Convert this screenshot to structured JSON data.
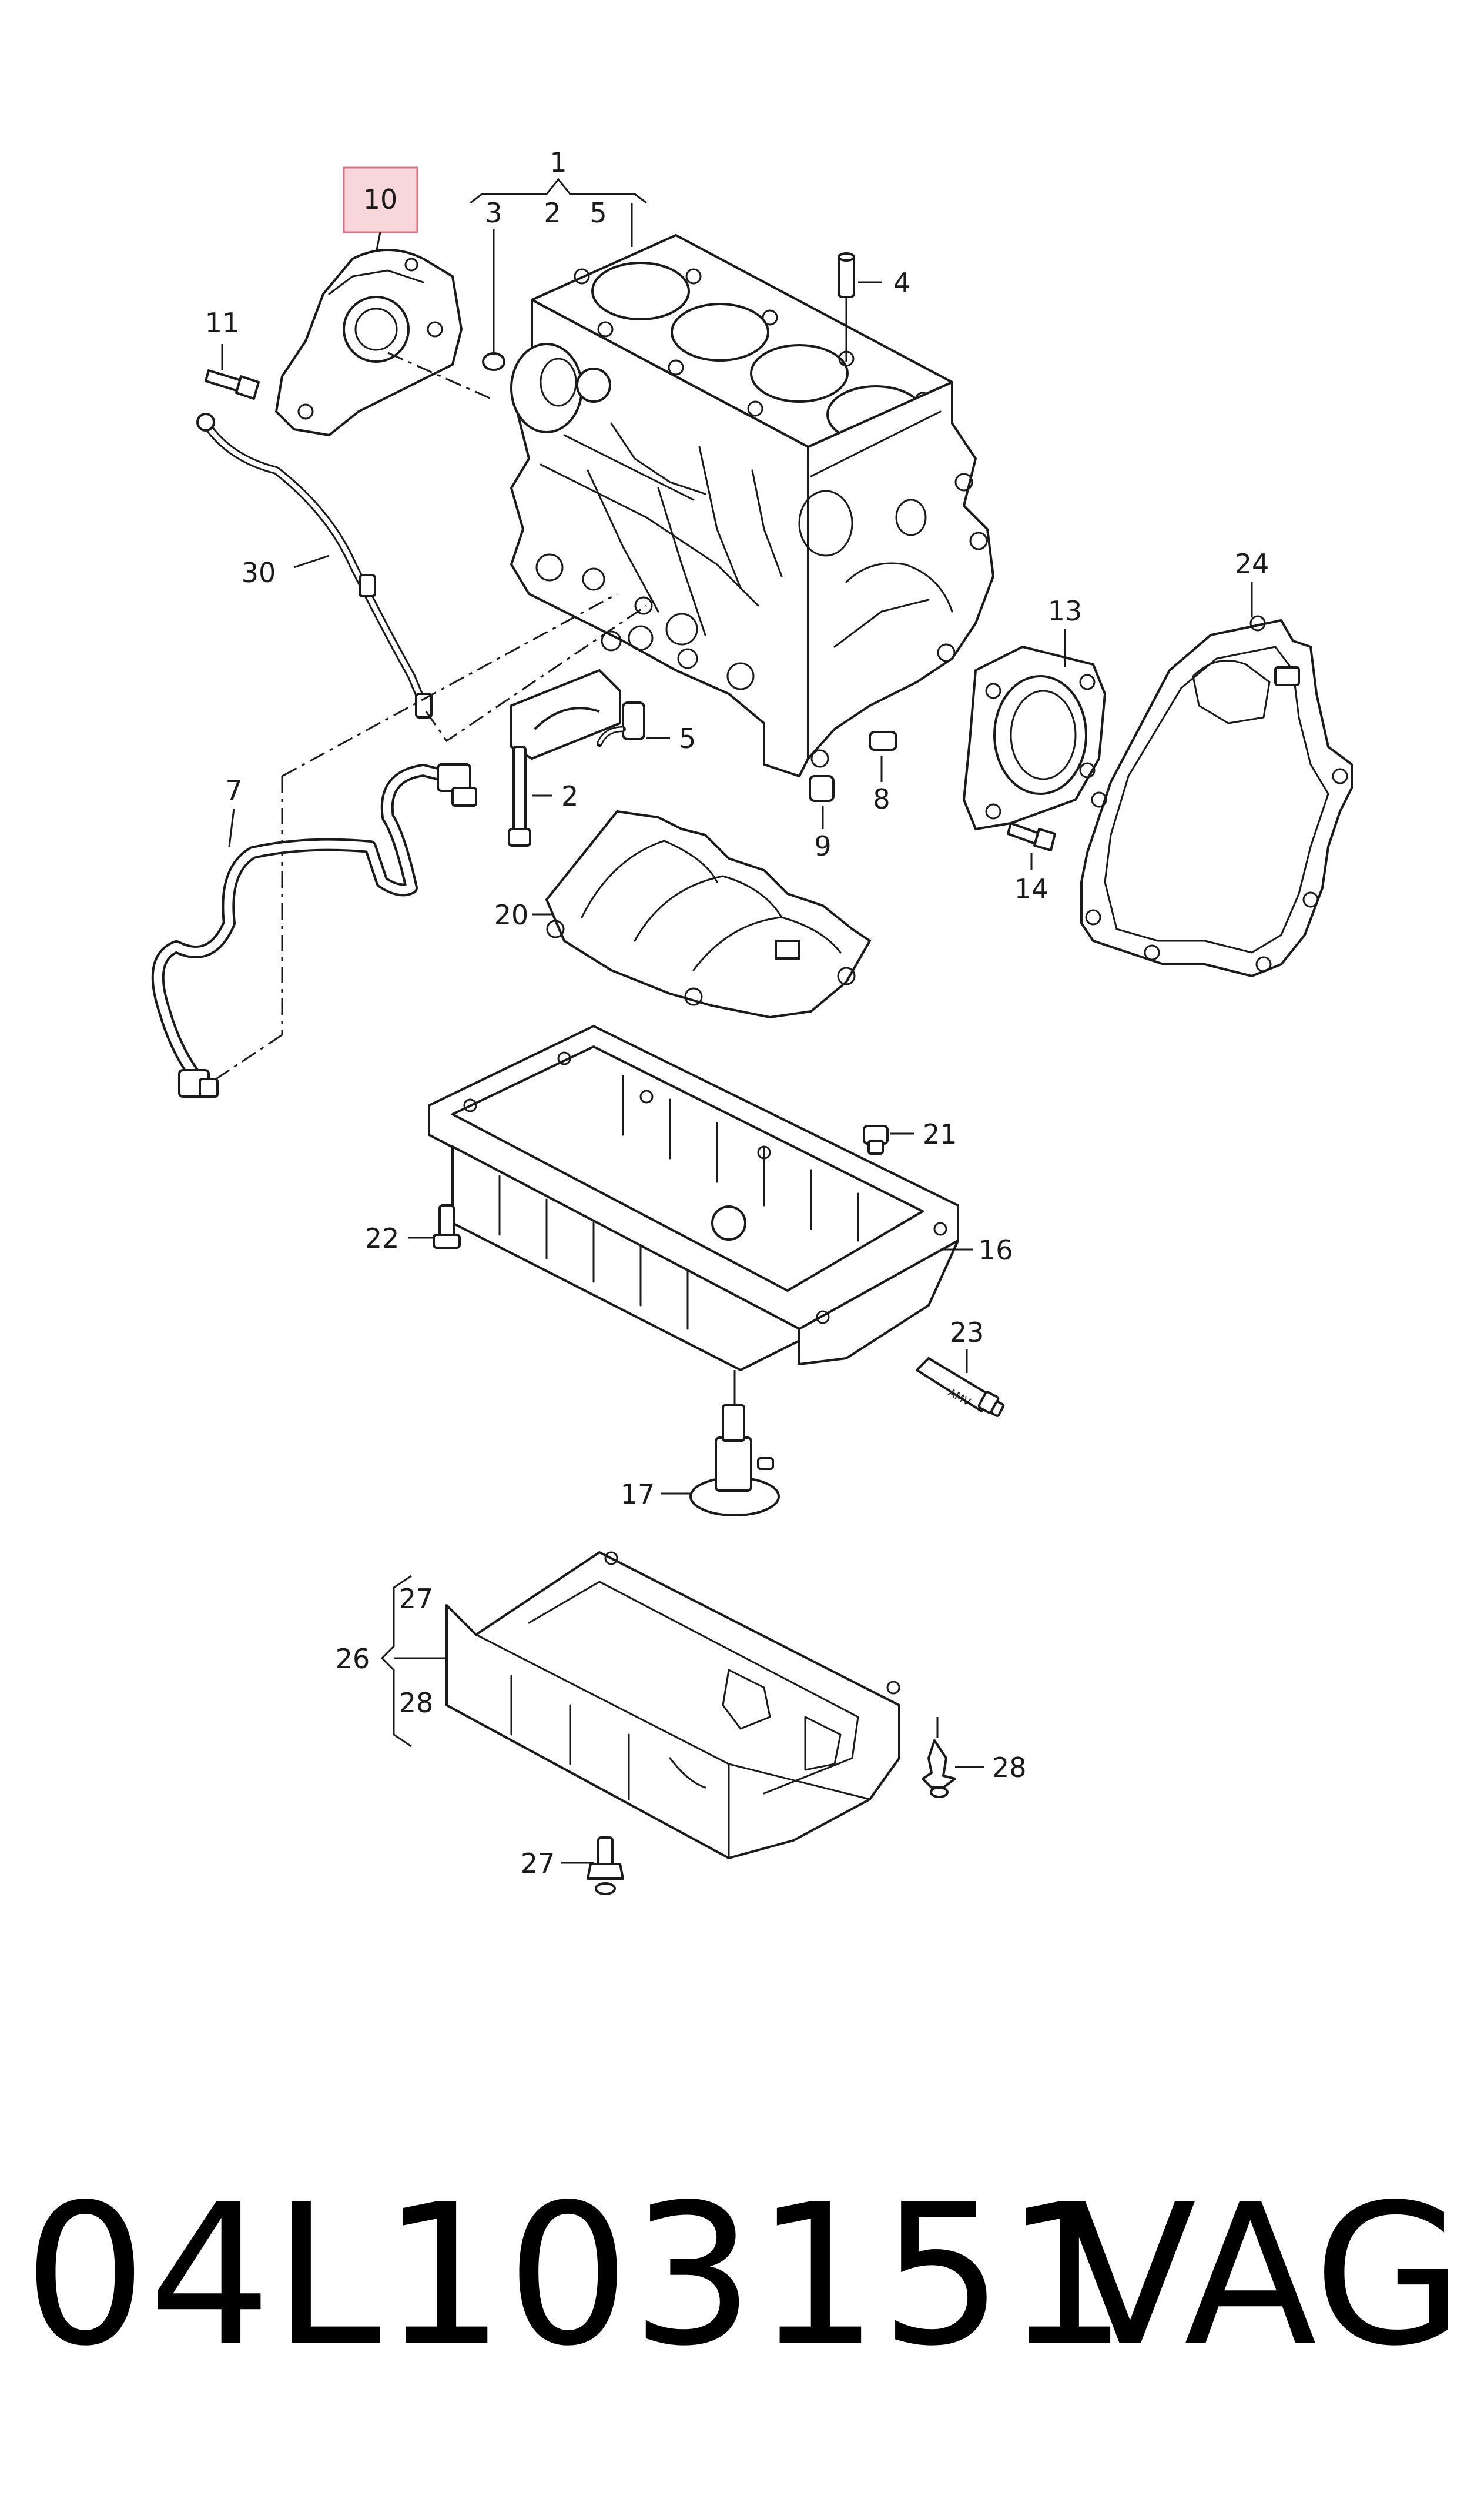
{
  "highlight_callout": "10",
  "callouts": {
    "c1": "1",
    "c2a": "2",
    "c3": "3",
    "c5a": "5",
    "c4": "4",
    "c11": "11",
    "c30": "30",
    "c24": "24",
    "c13": "13",
    "c5b": "5",
    "c2b": "2",
    "c8": "8",
    "c9": "9",
    "c7": "7",
    "c14": "14",
    "c20": "20",
    "c21": "21",
    "c22": "22",
    "c16": "16",
    "c23": "23",
    "c17": "17",
    "c27a": "27",
    "c26": "26",
    "c28a": "28",
    "c28b": "28",
    "c27b": "27"
  },
  "tube_label": "AMV",
  "footer": {
    "part_number": "04L103151",
    "brand": "VAG"
  },
  "colors": {
    "highlight_fill": "#f8d7da",
    "highlight_stroke": "#e07080",
    "line": "#1a1a1a"
  }
}
